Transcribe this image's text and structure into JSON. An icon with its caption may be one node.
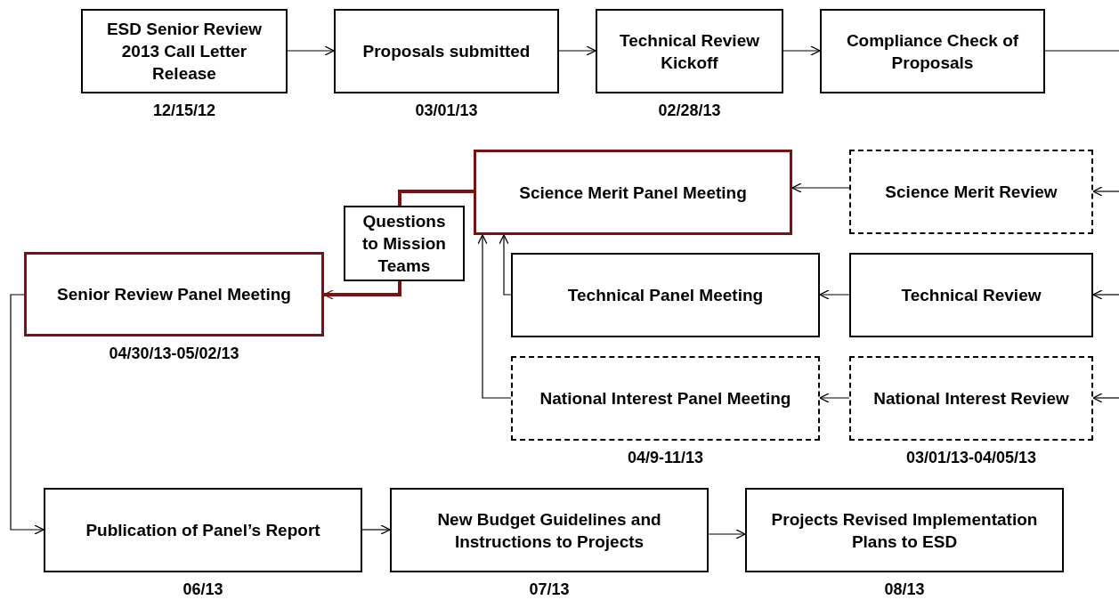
{
  "diagram": {
    "nodes": [
      {
        "text": [
          "ESD Senior Review 2013 Call Letter Release"
        ],
        "beside": [
          "12/15/12"
        ]
      },
      {
        "text": [
          "Proposals submitted"
        ],
        "beside": [
          "03/01/13"
        ]
      },
      {
        "text": [
          "Technical Review Kickoff"
        ],
        "beside": [
          "02/28/13"
        ]
      },
      {
        "text": [
          "Compliance Check of Proposals"
        ]
      },
      {
        "text": [
          "Science Merit Panel Meeting"
        ]
      },
      {
        "text": [
          "Science Merit Review"
        ]
      },
      {
        "text": [
          "Questions to Mission Teams"
        ]
      },
      {
        "text": [
          "Senior Review Panel Meeting"
        ],
        "beside": [
          "04/30/13-05/02/13"
        ]
      },
      {
        "text": [
          "Technical Panel Meeting"
        ]
      },
      {
        "text": [
          "Technical Review"
        ]
      },
      {
        "text": [
          "National Interest Panel Meeting"
        ],
        "beside": [
          "04/9-11/13"
        ]
      },
      {
        "text": [
          "National Interest Review"
        ],
        "beside": [
          "03/01/13-04/05/13"
        ]
      },
      {
        "text": [
          "Publication of Panel’s Report"
        ],
        "beside": [
          "06/13"
        ]
      },
      {
        "text": [
          "New Budget Guidelines and Instructions to Projects"
        ],
        "beside": [
          "07/13"
        ]
      },
      {
        "text": [
          "Projects Revised Implementation Plans to ESD"
        ],
        "beside": [
          "08/13"
        ]
      }
    ],
    "edges": [
      {
        "from": 0,
        "to": 1,
        "arrow": "to"
      },
      {
        "from": 1,
        "to": 2,
        "arrow": "to"
      },
      {
        "from": 2,
        "to": 3,
        "arrow": "to"
      },
      {
        "from": 3,
        "to": null,
        "arrow": "none"
      },
      {
        "from": null,
        "to": 5,
        "arrow": "to"
      },
      {
        "from": null,
        "to": 9,
        "arrow": "to"
      },
      {
        "from": null,
        "to": 11,
        "arrow": "to"
      },
      {
        "from": 5,
        "to": 4,
        "arrow": "to"
      },
      {
        "from": 9,
        "to": 8,
        "arrow": "to"
      },
      {
        "from": 11,
        "to": 10,
        "arrow": "to"
      },
      {
        "from": 8,
        "to": 4,
        "arrow": "to"
      },
      {
        "from": 10,
        "to": 4,
        "arrow": "to"
      },
      {
        "from": 4,
        "to": 6,
        "arrow": "none",
        "style": "thick",
        "color": "#7b1113"
      },
      {
        "from": 6,
        "to": 7,
        "arrow": "to",
        "style": "thick",
        "color": "#7b1113"
      },
      {
        "from": 7,
        "to": 12,
        "arrow": "to"
      },
      {
        "from": 12,
        "to": 13,
        "arrow": "to"
      },
      {
        "from": 13,
        "to": 14,
        "arrow": "to"
      }
    ]
  }
}
